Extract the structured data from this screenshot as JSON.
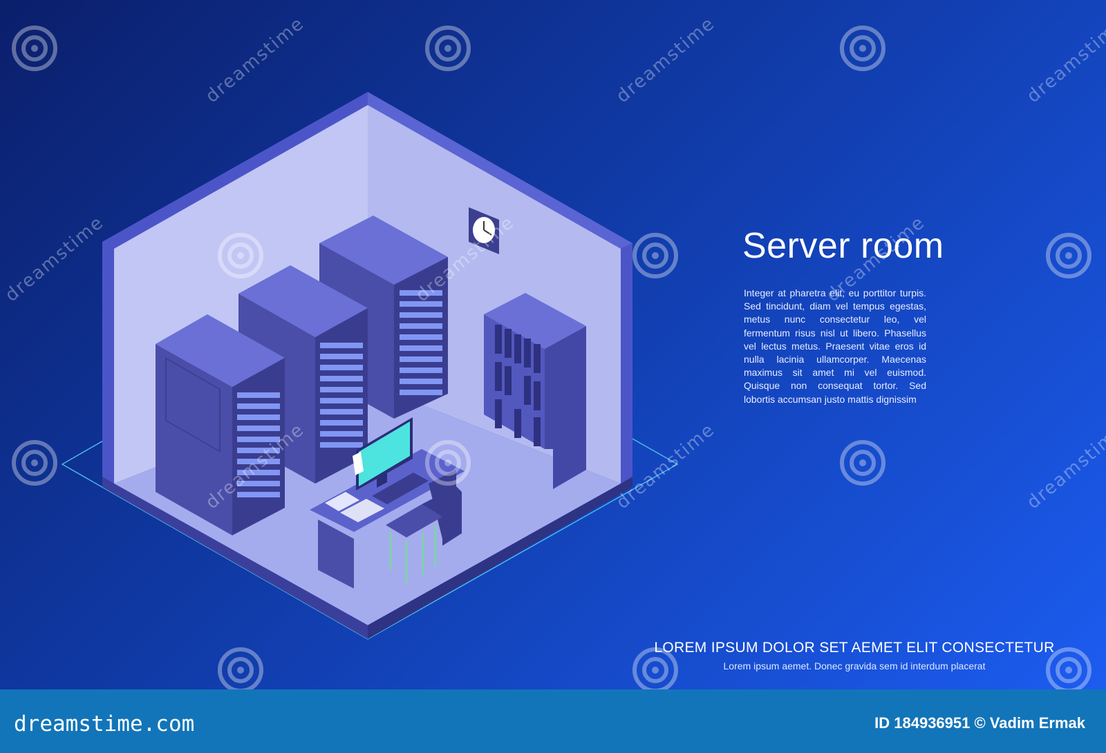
{
  "scene": {
    "headline": "Server room",
    "body": "Integer at pharetra elit, eu porttitor turpis. Sed tincidunt, diam vel tempus egestas, metus nunc consectetur leo, vel fermentum risus nisl ut libero. Phasellus vel lectus metus. Praesent vitae eros id nulla lacinia ullamcorper. Maecenas maximus sit amet mi vel euismod. Quisque non consequat tortor. Sed lobortis accumsan justo mattis dignissim",
    "footer_heading": "LOREM IPSUM DOLOR SET AEMET ELIT CONSECTETUR",
    "footer_sub": "Lorem ipsum aemet. Donec gravida sem id interdum placerat"
  },
  "watermark": {
    "text": "dreamstime",
    "site": "dreamstime.com",
    "credit": "ID 184936951 © Vadim Ermak"
  },
  "colors": {
    "background_dark": "#0b1f6b",
    "background_light": "#1c5cf0",
    "footer_bar": "#1275b9",
    "wall": "#c5caf5",
    "floor": "#a6aef0",
    "rack": "#45479a",
    "monitor_screen": "#4de3df"
  }
}
